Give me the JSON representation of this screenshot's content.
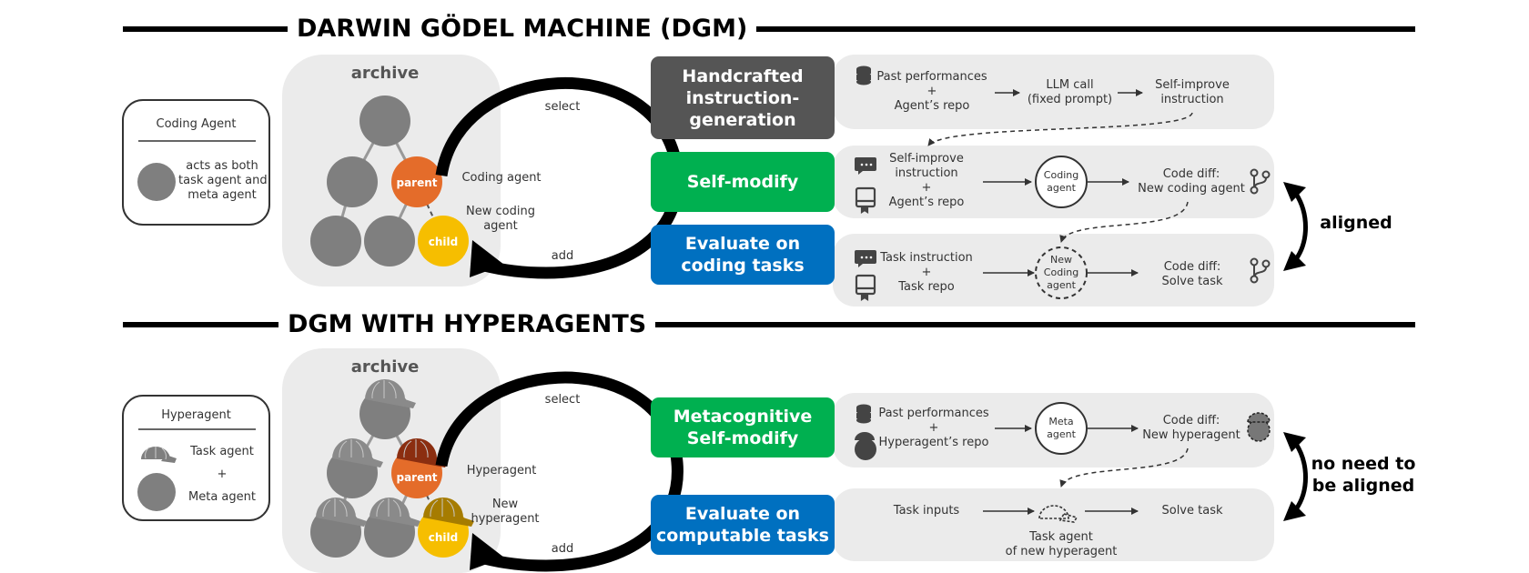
{
  "top": {
    "title": "DARWIN GÖDEL MACHINE (DGM)",
    "legend": {
      "title": "Coding Agent",
      "desc_lines": [
        "acts as both",
        "task agent and",
        "meta agent"
      ]
    },
    "archive": {
      "label": "archive",
      "parent": "parent",
      "child": "child"
    },
    "loop": {
      "select": "select",
      "add": "add",
      "parent_caption": "Coding agent",
      "child_caption_lines": [
        "New coding",
        "agent"
      ]
    },
    "stages": {
      "instruction": [
        "Handcrafted",
        "instruction-",
        "generation"
      ],
      "modify": [
        "Self-modify"
      ],
      "evaluate": [
        "Evaluate on",
        "coding tasks"
      ]
    },
    "row1": {
      "input_lines": [
        "Past performances",
        "+",
        "Agent’s repo"
      ],
      "process_lines": [
        "LLM call",
        "(fixed prompt)"
      ],
      "output_lines": [
        "Self-improve",
        "instruction"
      ]
    },
    "row2": {
      "input_lines": [
        "Self-improve",
        "instruction",
        "+",
        "Agent’s repo"
      ],
      "node_lines": [
        "Coding",
        "agent"
      ],
      "output_lines": [
        "Code diff:",
        "New coding agent"
      ]
    },
    "row3": {
      "input_lines": [
        "Task instruction",
        "+",
        "Task repo"
      ],
      "node_lines": [
        "New",
        "Coding",
        "agent"
      ],
      "output_lines": [
        "Code diff:",
        "Solve task"
      ]
    },
    "side_label": "aligned"
  },
  "bottom": {
    "title": "DGM WITH HYPERAGENTS",
    "legend": {
      "title": "Hyperagent",
      "task": "Task agent",
      "plus": "+",
      "meta": "Meta agent"
    },
    "archive": {
      "label": "archive",
      "parent": "parent",
      "child": "child"
    },
    "loop": {
      "select": "select",
      "add": "add",
      "parent_caption": "Hyperagent",
      "child_caption_lines": [
        "New",
        "hyperagent"
      ]
    },
    "stages": {
      "modify": [
        "Metacognitive",
        "Self-modify"
      ],
      "evaluate": [
        "Evaluate on",
        "computable tasks"
      ]
    },
    "row1": {
      "input_lines": [
        "Past performances",
        "+",
        "Hyperagent’s repo"
      ],
      "node_lines": [
        "Meta",
        "agent"
      ],
      "output_lines": [
        "Code diff:",
        "New hyperagent"
      ]
    },
    "row2": {
      "input": "Task inputs",
      "node_caption_lines": [
        "Task agent",
        "of new hyperagent"
      ],
      "output": "Solve task"
    },
    "side_label_lines": [
      "no need to",
      "be aligned"
    ]
  },
  "colors": {
    "handcrafted": "#555555",
    "self_modify": "#00b050",
    "evaluate": "#0070c0",
    "parent": "#e46c2a",
    "child": "#f6be00",
    "node_gray": "#7f7f7f",
    "panel": "#ebebeb"
  },
  "icons": [
    "database-icon",
    "chat-icon",
    "repo-icon",
    "git-branch-icon",
    "cap-icon",
    "agent-node-icon",
    "curved-arrow-icon"
  ]
}
